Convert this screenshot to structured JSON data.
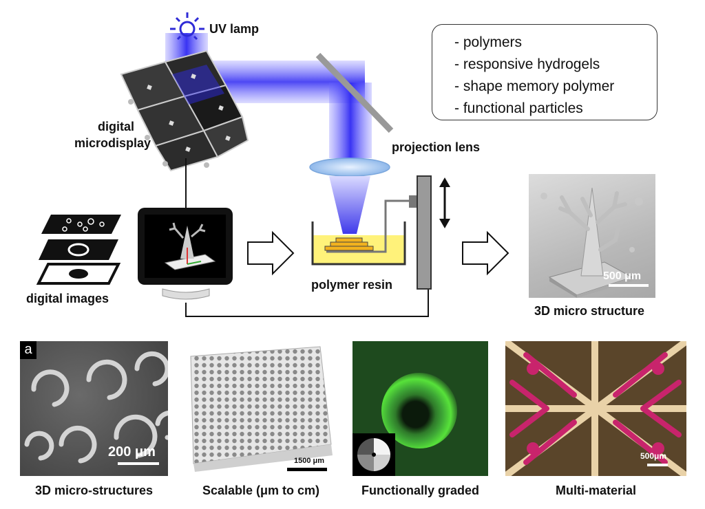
{
  "labels": {
    "uv_lamp": "UV lamp",
    "microdisplay_line1": "digital",
    "microdisplay_line2": "microdisplay",
    "projection_lens": "projection lens",
    "polymer_resin": "polymer resin",
    "digital_images": "digital images",
    "structure_caption": "3D micro structure",
    "structure_scale": "500 μm"
  },
  "materials": [
    "- polymers",
    "- responsive hydrogels",
    "- shape memory polymer",
    "- functional particles"
  ],
  "panels": [
    {
      "caption": "3D micro-structures",
      "tag": "a",
      "scale": "200 μm"
    },
    {
      "caption": "Scalable (μm to cm)",
      "scale": "1500 μm"
    },
    {
      "caption": "Functionally graded"
    },
    {
      "caption": "Multi-material",
      "scale": "500μm"
    }
  ],
  "colors": {
    "uv_beam": "#3b36f0",
    "resin": "#fff27a",
    "graded_green": "#57e23a",
    "multi_pink": "#c8246c"
  }
}
